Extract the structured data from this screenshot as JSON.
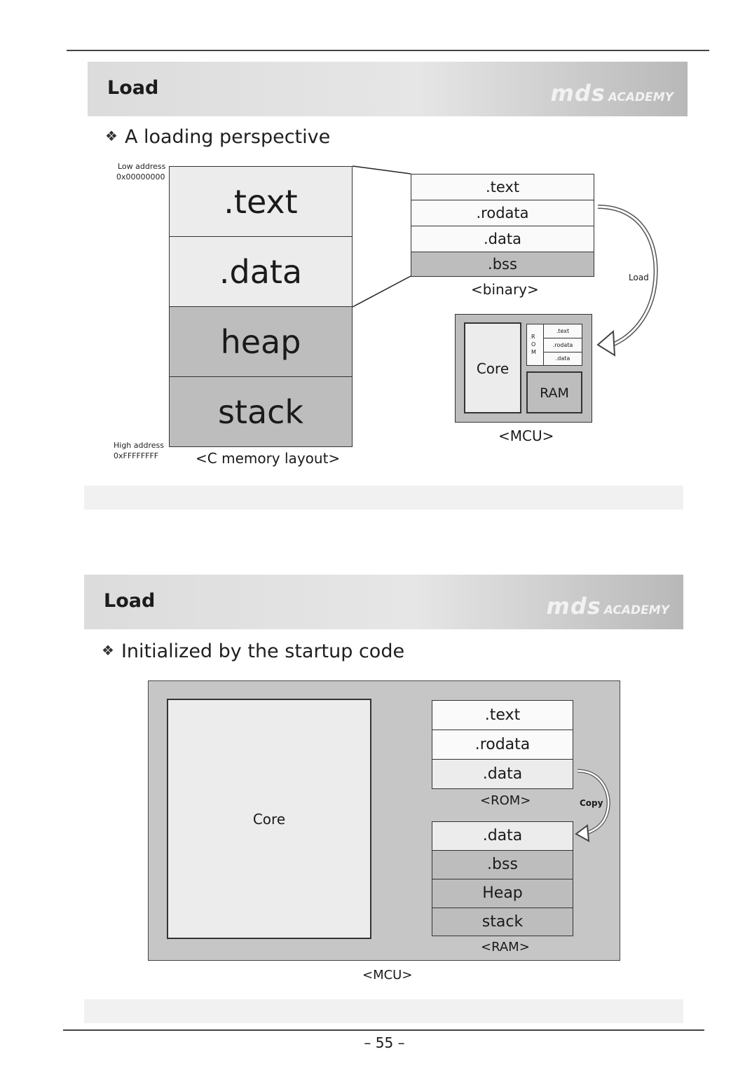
{
  "slide1": {
    "title": "Load",
    "logo_main": "mds",
    "logo_sub": "ACADEMY",
    "bullet": "A loading perspective",
    "low_address_label": "Low address",
    "low_address_value": "0x00000000",
    "high_address_label": "High address",
    "high_address_value": "0xFFFFFFFF",
    "memory_sections": [
      ".text",
      ".data",
      "heap",
      "stack"
    ],
    "memory_caption": "<C memory layout>",
    "binary_sections": [
      ".text",
      ".rodata",
      ".data",
      ".bss"
    ],
    "binary_caption": "<binary>",
    "load_arrow_label": "Load",
    "mcu": {
      "core": "Core",
      "rom_letters": [
        "R",
        "O",
        "M"
      ],
      "rom_sections": [
        ".text",
        ".rodata",
        ".data"
      ],
      "ram": "RAM",
      "caption": "<MCU>"
    }
  },
  "slide2": {
    "title": "Load",
    "logo_main": "mds",
    "logo_sub": "ACADEMY",
    "bullet": "Initialized by the startup code",
    "core": "Core",
    "rom_sections": [
      ".text",
      ".rodata",
      ".data"
    ],
    "rom_caption": "<ROM>",
    "copy_label": "Copy",
    "ram_sections": [
      ".data",
      ".bss",
      "Heap",
      "stack"
    ],
    "ram_caption": "<RAM>",
    "mcu_caption": "<MCU>"
  },
  "page_number": "– 55 –",
  "colors": {
    "light_gray": "#ececec",
    "mid_gray": "#bdbdbd",
    "header_gray": "#dcdcdc"
  }
}
